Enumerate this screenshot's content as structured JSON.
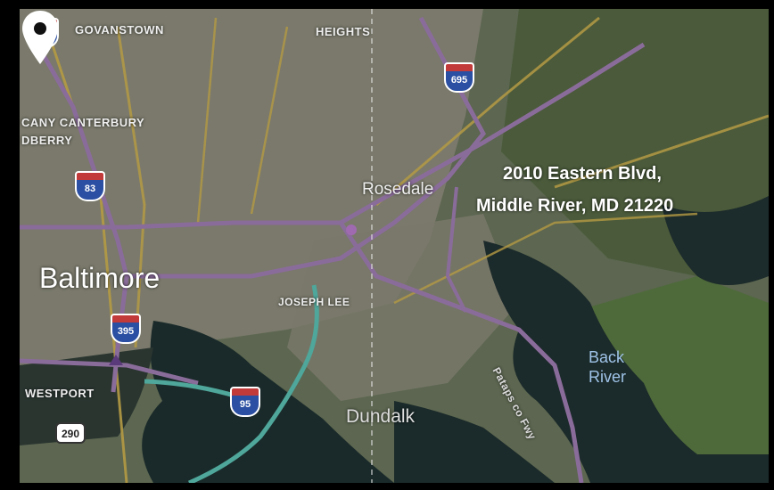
{
  "map": {
    "labels": {
      "govanstown": "GOVANSTOWN",
      "heights": "HEIGHTS",
      "canterbury": "CANY CANTERBURY",
      "odberry": "DBERRY",
      "rosedale": "Rosedale",
      "baltimore": "Baltimore",
      "joseph_lee": "JOSEPH LEE",
      "westport": "WESTPORT",
      "dundalk": "Dundalk",
      "back_river": "Back River",
      "parkway": "Pataps co Fwy"
    },
    "shields": {
      "i83_top": "83",
      "i695": "695",
      "i83": "83",
      "i395": "395",
      "i95": "95",
      "us290": "290"
    },
    "marker": {
      "line1": "2010 Eastern Blvd,",
      "line2": "Middle River, MD 21220",
      "icon": "location-pin-icon"
    },
    "colors": {
      "water": "#1a2a2a",
      "land": "#566148",
      "urban": "#7d7a6e",
      "road_purple": "#8a6c9a",
      "road_gold": "#b49a44",
      "water_route": "#4fa69a",
      "water_label": "#9fc3e8"
    }
  }
}
